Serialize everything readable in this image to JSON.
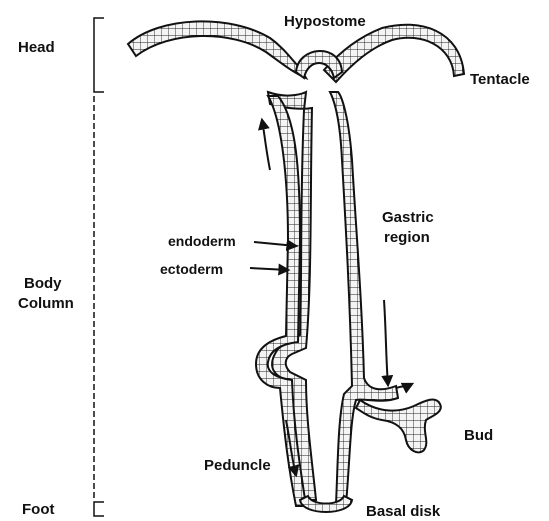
{
  "labels": {
    "hypostome": "Hypostome",
    "head": "Head",
    "tentacle": "Tentacle",
    "gastric_line1": "Gastric",
    "gastric_line2": "region",
    "endoderm": "endoderm",
    "ectoderm": "ectoderm",
    "body_line1": "Body",
    "body_line2": "Column",
    "bud": "Bud",
    "peduncle": "Peduncle",
    "foot": "Foot",
    "basal_disk": "Basal disk"
  },
  "colors": {
    "ink": "#111111",
    "cell_fill": "#f4f4f4",
    "paper": "#ffffff"
  }
}
